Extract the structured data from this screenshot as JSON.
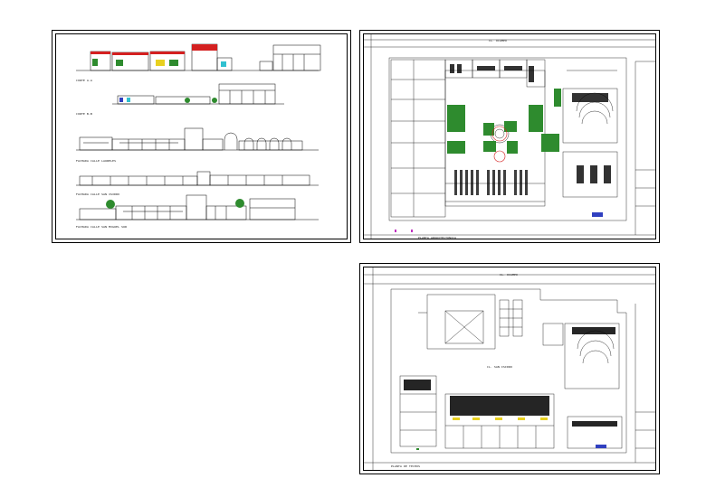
{
  "sheets": {
    "elevations": {
      "labels": [
        "CORTE A-A",
        "CORTE B-B",
        "FACHADA CALLE LAURELES",
        "FACHADA CALLE SAN ISIDRO",
        "FACHADA CALLE SAN MIGUEL SUR"
      ]
    },
    "site_plan_detailed": {
      "top_street": "CL. OCAMPO",
      "bottom_street": "PLANTA ARQUITECTONICA"
    },
    "site_plan_roof": {
      "top_street": "CL. OCAMPO",
      "bottom_street": "PLANTA DE TECHOS",
      "inner_street": "CL. SAN ISIDRO"
    }
  },
  "colors": {
    "line": "#000000",
    "green_area": "#2e8b2e",
    "red_roof": "#d42020",
    "yellow_accent": "#e8d020",
    "cyan_accent": "#30c0d0",
    "blue_accent": "#3040c0",
    "magenta_accent": "#c030c0"
  }
}
